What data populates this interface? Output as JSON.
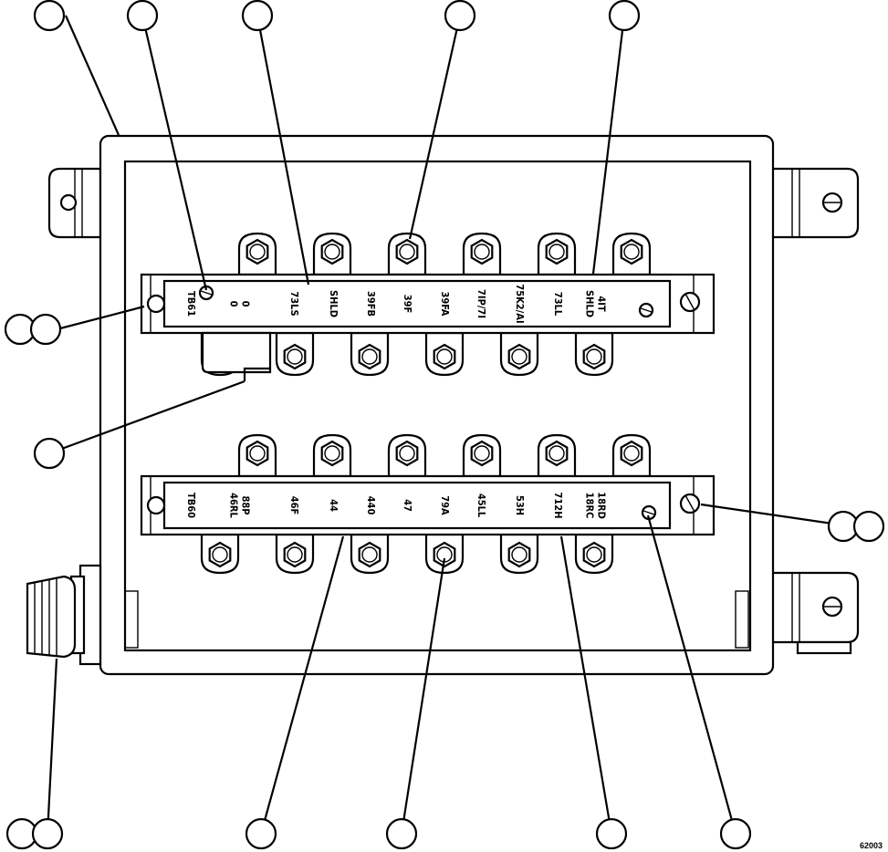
{
  "strips": [
    {
      "id": "tb61",
      "name": "TB61",
      "labels": [
        [
          "0",
          "0"
        ],
        [
          "73LS"
        ],
        [
          "SHLD"
        ],
        [
          "39FB"
        ],
        [
          "39F"
        ],
        [
          "39FA"
        ],
        [
          "7IP/7I"
        ],
        [
          "75K2/AI"
        ],
        [
          "73LL"
        ],
        [
          "SHLD",
          "4IT"
        ]
      ]
    },
    {
      "id": "tb60",
      "name": "TB60",
      "labels": [
        [
          "46RL",
          "88P"
        ],
        [
          "46F"
        ],
        [
          "44"
        ],
        [
          "440"
        ],
        [
          "47"
        ],
        [
          "79A"
        ],
        [
          "45LL"
        ],
        [
          "53H"
        ],
        [
          "712H"
        ],
        [
          "18RC",
          "18RD"
        ]
      ]
    }
  ],
  "figure_code": "62003"
}
